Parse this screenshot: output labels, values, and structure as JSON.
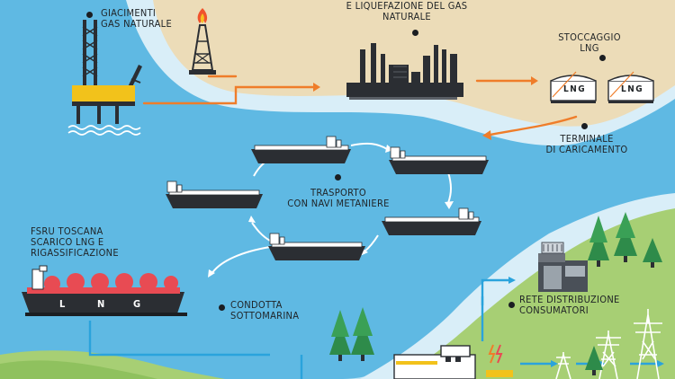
{
  "labels": {
    "giacimenti": [
      "Giacimenti",
      "Gas Naturale"
    ],
    "liquefazione": [
      "E liquefazione del gas",
      "naturale"
    ],
    "stoccaggio": [
      "Stoccaggio",
      "LNG"
    ],
    "terminale": [
      "Terminale",
      "di caricamento"
    ],
    "trasporto": [
      "Trasporto",
      "con navi metaniere"
    ],
    "fsru": [
      "FSRU Toscana",
      "scarico LNG e",
      "rigassificazione"
    ],
    "condotta": [
      "Condotta",
      "sottomarina"
    ],
    "rete": [
      "Rete distribuzione",
      "consumatori"
    ]
  },
  "tank_text": "LNG",
  "fsru_ship_text": [
    "L",
    "N",
    "G"
  ],
  "colors": {
    "sea": "#5fb9e3",
    "land_sand": "#ecdcb8",
    "land_green": "#a7cf74",
    "arrow": "#ef7d2a",
    "pipe": "#2aa3dc",
    "ship_hull": "#2b2e33",
    "tree": "#2e8b4a",
    "spheres": "#e84b53"
  }
}
